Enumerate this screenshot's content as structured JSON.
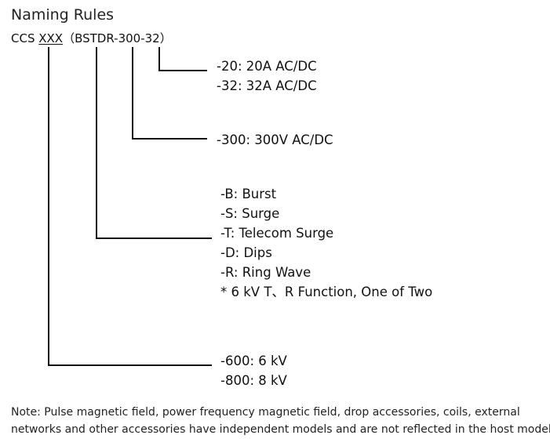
{
  "title": "Naming Rules",
  "model": {
    "prefix": "CCS ",
    "placeholder": "XXX",
    "spec": "（BSTDR-300-32）"
  },
  "groups": {
    "current": [
      "-20:  20A AC/DC",
      "-32:  32A AC/DC"
    ],
    "voltage": [
      "-300: 300V AC/DC"
    ],
    "function": [
      "-B: Burst",
      "-S: Surge",
      "-T: Telecom Surge",
      "-D: Dips",
      "-R: Ring Wave",
      "* 6 kV T、R  Function, One of Two"
    ],
    "level": [
      "-600: 6 kV",
      "-800: 8 kV"
    ]
  },
  "note": {
    "line1": "Note: Pulse magnetic field, power frequency magnetic field, drop accessories, coils, external",
    "line2": "networks and other accessories have independent models and are not reflected in the host model."
  }
}
